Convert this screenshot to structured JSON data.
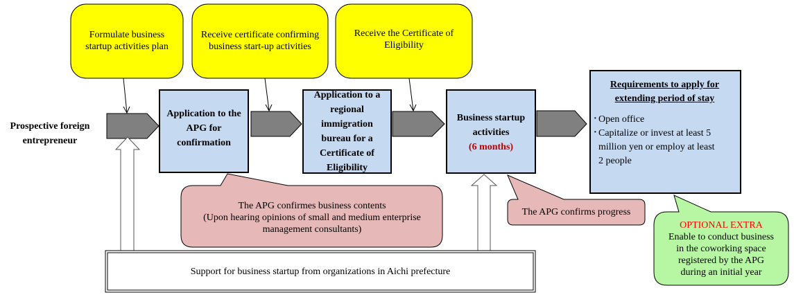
{
  "diagram": {
    "actor": "Prospective foreign entrepreneur",
    "callouts_top": [
      {
        "id": "formulate",
        "text": "Formulate business startup activities plan"
      },
      {
        "id": "receive-cert",
        "text": "Receive certificate confirming business start-up activities"
      },
      {
        "id": "receive-coe",
        "text": "Receive the Certificate of Eligibility"
      }
    ],
    "steps": [
      {
        "id": "apg-application",
        "text": "Application to the APG for confirmation"
      },
      {
        "id": "immigration-application",
        "text": "Application to a regional immigration bureau for a Certificate of Eligibility"
      },
      {
        "id": "startup-activities",
        "text": "Business startup activities",
        "note": "(6 months)"
      }
    ],
    "requirements": {
      "title": "Requirements to apply for extending period of stay",
      "items": [
        "Open office",
        "Capitalize or invest at least 5 million yen or employ at least  2  people"
      ]
    },
    "callouts_bottom": [
      {
        "id": "apg-confirms-contents",
        "line1": "The APG confirmes business contents",
        "line2": "(Upon hearing opinions of small and medium enterprise management consultants)"
      },
      {
        "id": "apg-confirms-progress",
        "text": "The APG confirms progress"
      }
    ],
    "optional": {
      "title": "OPTIONAL EXTRA",
      "text": "Enable to conduct business in the coworking space registered by the APG during an initial year"
    },
    "support_bar": "Support for business startup from organizations in Aichi prefecture",
    "colors": {
      "yellow": "#ffff00",
      "step_blue": "#c5d9f1",
      "arrow_gray": "#808080",
      "pink": "#e6b9b8",
      "green": "#b7f7a4",
      "emphasis_red": "#c00000",
      "optional_red": "#ff0000"
    }
  }
}
